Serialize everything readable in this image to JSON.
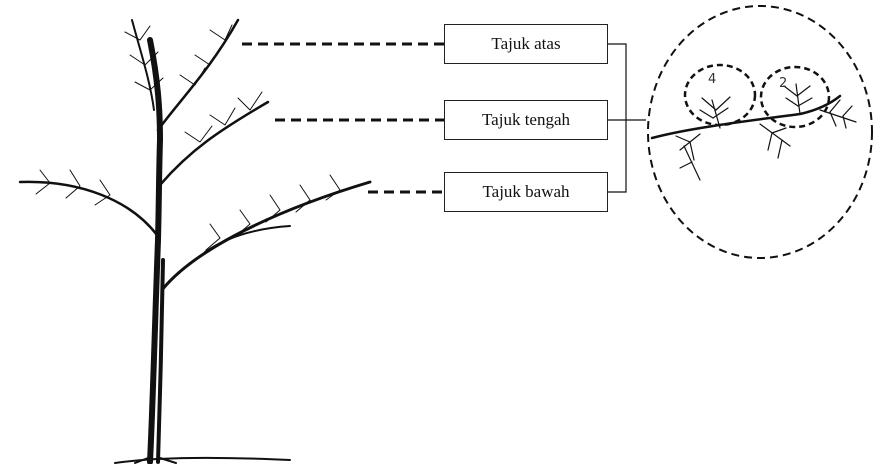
{
  "labels": {
    "crown_top": "Tajuk atas",
    "crown_middle": "Tajuk tengah",
    "crown_bottom": "Tajuk bawah"
  },
  "inset": {
    "count_left": "4",
    "count_right": "2"
  },
  "colors": {
    "line": "#111111",
    "box_border": "#222222",
    "background": "#ffffff"
  }
}
